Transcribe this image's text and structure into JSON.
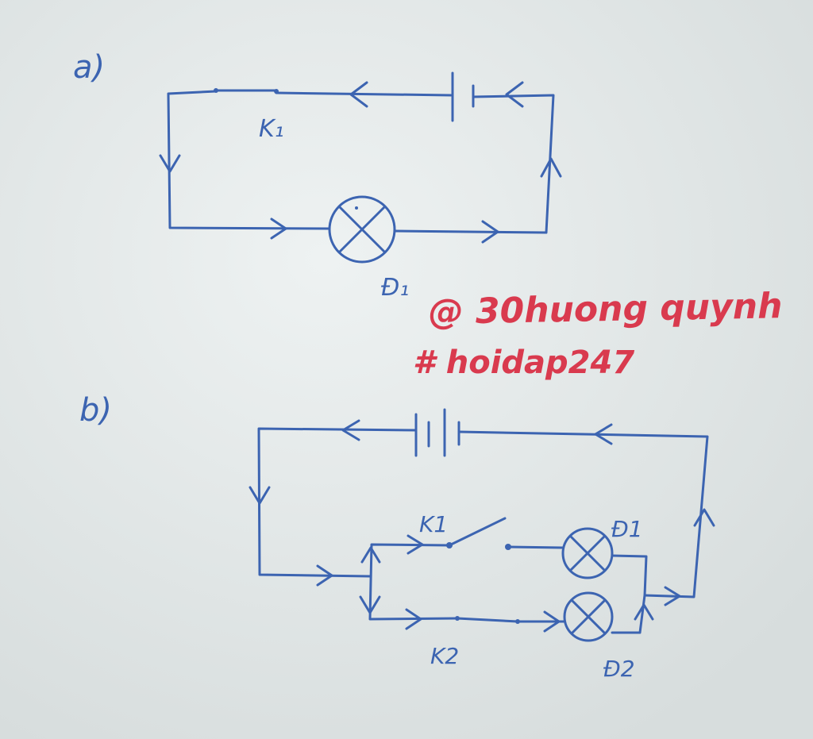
{
  "colors": {
    "paper": "#e4e9ea",
    "ink": "#3c64b1",
    "watermark": "#d93a4e"
  },
  "diagram_a": {
    "part_label": "a)",
    "switch_label": "K₁",
    "lamp_label": "Đ₁"
  },
  "diagram_b": {
    "part_label": "b)",
    "switch1_label": "K1",
    "switch2_label": "K2",
    "lamp1_label": "Đ1",
    "lamp2_label": "Đ2"
  },
  "watermark": {
    "line1": "@ 30huong quynh",
    "line2": "# hoidap247"
  }
}
